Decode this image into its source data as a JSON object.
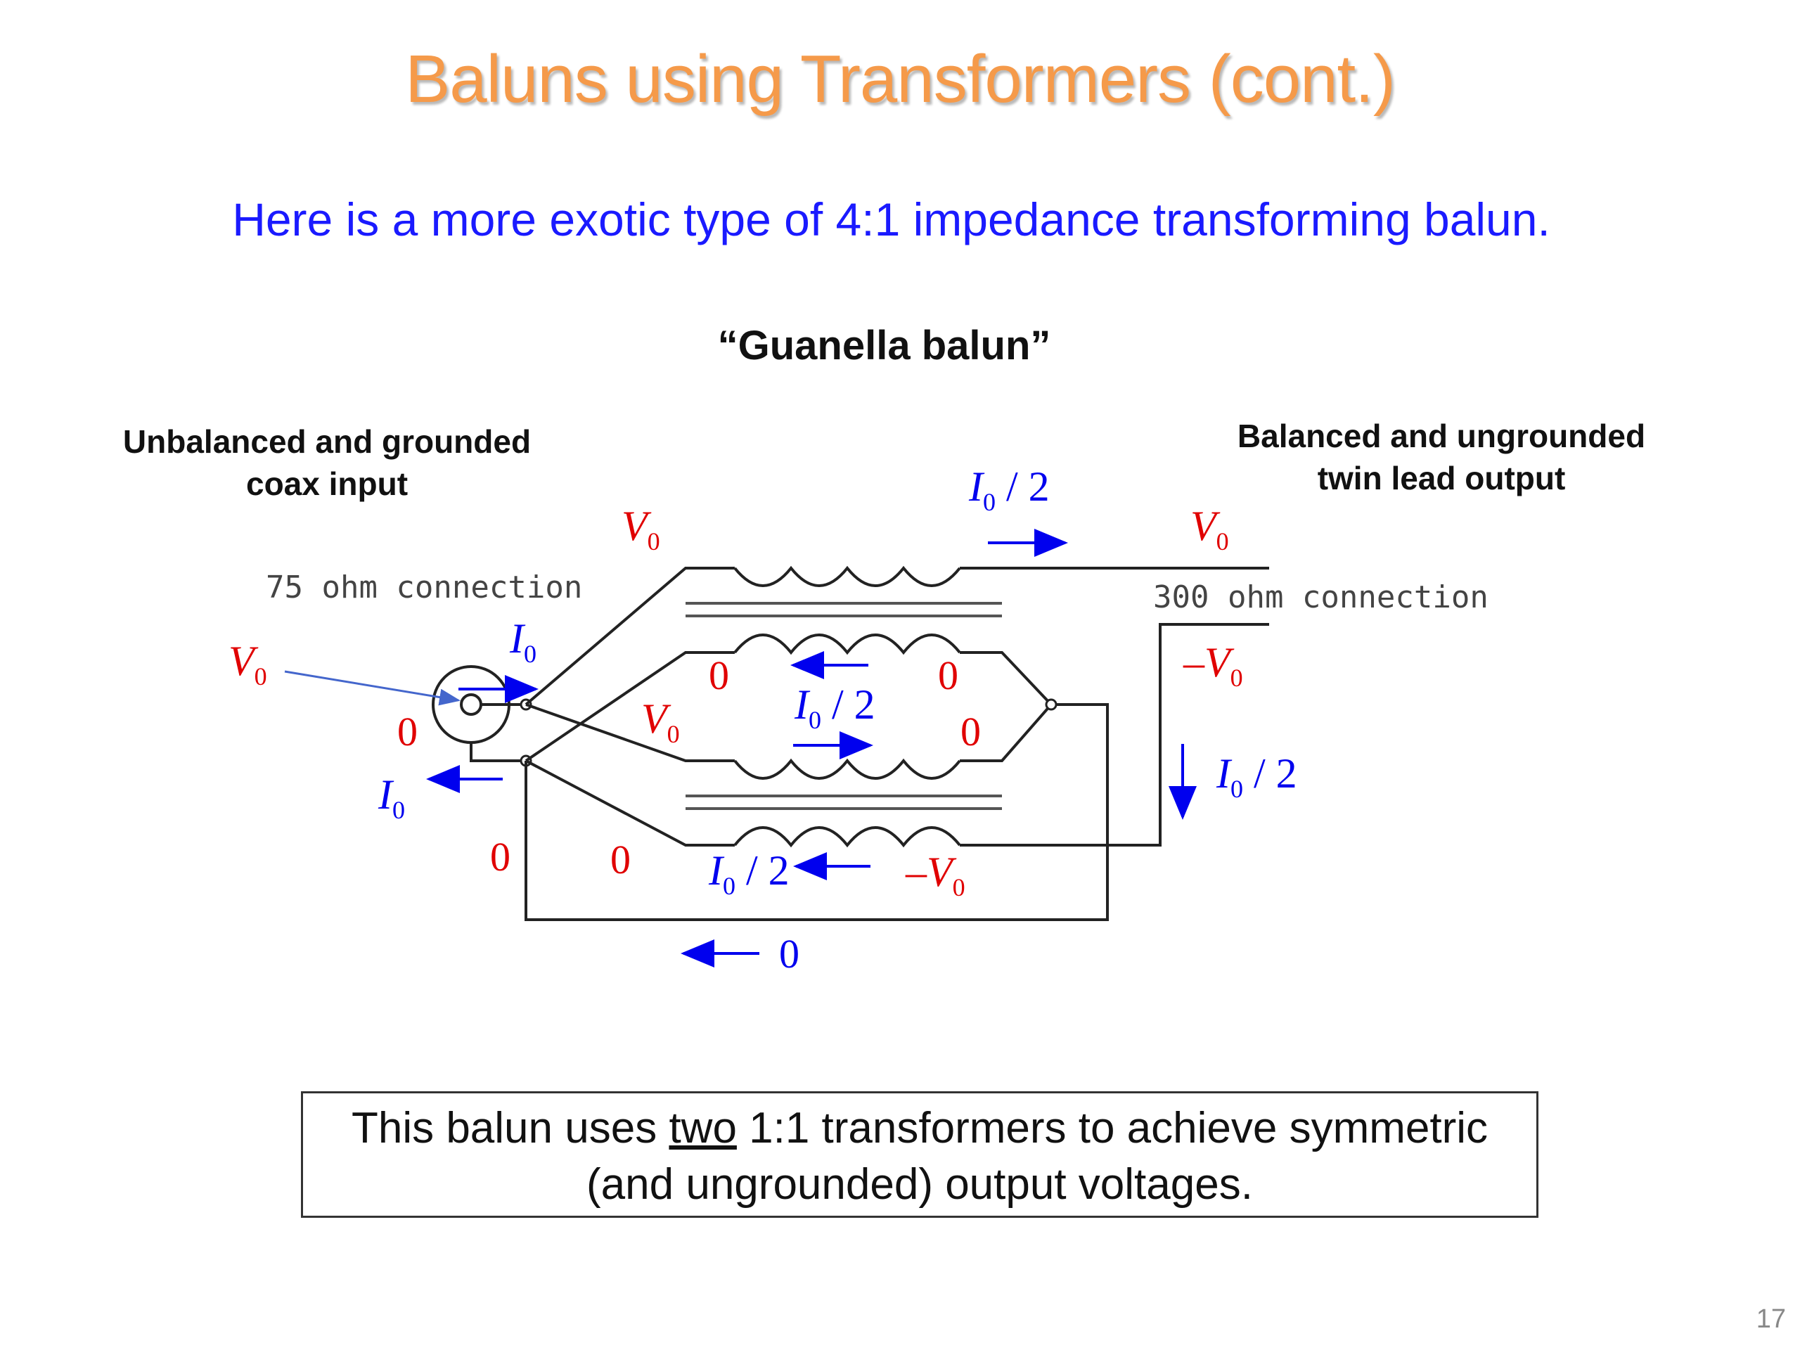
{
  "slide": {
    "title": "Baluns using Transformers (cont.)",
    "subtitle": "Here is a more exotic type of 4:1 impedance transforming balun.",
    "page_number": "17"
  },
  "diagram": {
    "title": "“Guanella balun”",
    "input_label_line1": "Unbalanced and grounded",
    "input_label_line2": "coax input",
    "output_label_line1": "Balanced and ungrounded",
    "output_label_line2": "twin lead output",
    "input_connection": "75 ohm connection",
    "output_connection": "300 ohm connection",
    "symbols": {
      "voltage": "V",
      "neg_voltage": "–V",
      "current": "I",
      "subscript": "0",
      "half": " / 2",
      "zero": "0"
    }
  },
  "note": {
    "before": "This balun uses ",
    "underlined": "two",
    "after_line1": " 1:1 transformers to achieve symmetric",
    "line2": "(and ungrounded) output voltages."
  },
  "colors": {
    "title": "#F59A4A",
    "subtitle": "#1A1AFF",
    "voltage_labels": "#E00000",
    "current_labels": "#0000EE"
  }
}
